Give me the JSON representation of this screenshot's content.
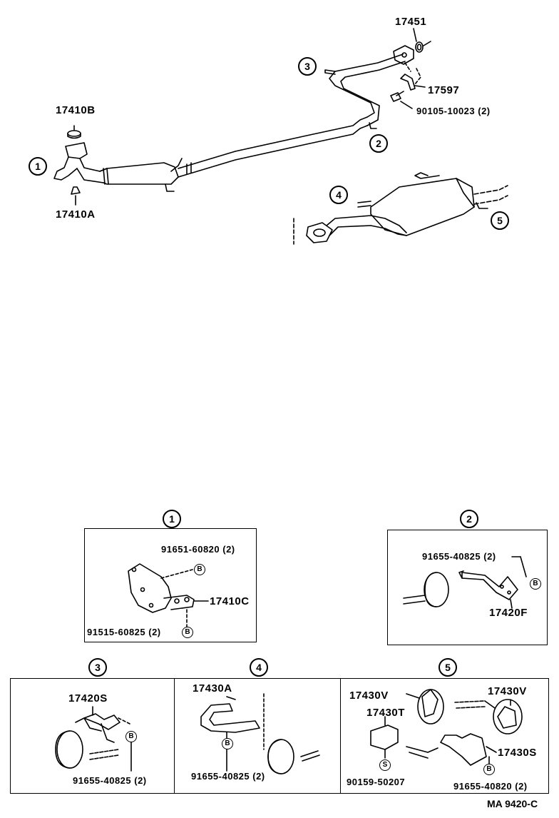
{
  "top": {
    "parts": {
      "p17451": "17451",
      "p17597": "17597",
      "bolt": "90105-10023 (2)",
      "p17410B": "17410B",
      "p17410A": "17410A"
    },
    "callouts": [
      "1",
      "2",
      "3",
      "4",
      "5"
    ]
  },
  "details": {
    "d1": {
      "num": "1",
      "upper": "91651-60820 (2)",
      "mount": "17410C",
      "lower": "91515-60825 (2)",
      "tag": "B"
    },
    "d2": {
      "num": "2",
      "bolt": "91655-40825 (2)",
      "part": "17420F",
      "tag": "B"
    },
    "d3": {
      "num": "3",
      "part": "17420S",
      "bolt": "91655-40825 (2)",
      "tag": "B"
    },
    "d4": {
      "num": "4",
      "part": "17430A",
      "bolt": "91655-40825 (2)",
      "tag": "B"
    },
    "d5": {
      "num": "5",
      "pv1": "17430V",
      "pv2": "17430V",
      "pt": "17430T",
      "ps": "17430S",
      "screw": "90159-50207",
      "bolt": "91655-40820 (2)",
      "tag": "B",
      "tag_s": "S"
    }
  },
  "diagram_code": "MA 9420-C"
}
